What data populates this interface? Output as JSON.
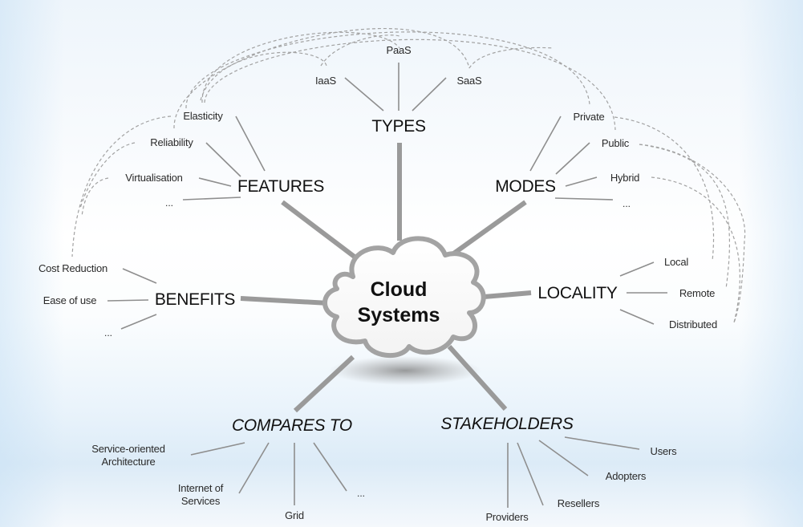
{
  "center": {
    "line1": "Cloud",
    "line2": "Systems"
  },
  "categories": {
    "types": {
      "label": "TYPES",
      "items": [
        "IaaS",
        "PaaS",
        "SaaS"
      ]
    },
    "features": {
      "label": "FEATURES",
      "items": [
        "Elasticity",
        "Reliability",
        "Virtualisation",
        "..."
      ]
    },
    "modes": {
      "label": "MODES",
      "items": [
        "Private",
        "Public",
        "Hybrid",
        "..."
      ]
    },
    "benefits": {
      "label": "BENEFITS",
      "items": [
        "Cost Reduction",
        "Ease of use",
        "..."
      ]
    },
    "locality": {
      "label": "LOCALITY",
      "items": [
        "Local",
        "Remote",
        "Distributed"
      ]
    },
    "compares_to": {
      "label": "COMPARES TO",
      "items": [
        "Service-oriented Architecture",
        "Internet of Services",
        "Grid",
        "..."
      ]
    },
    "stakeholders": {
      "label": "STAKEHOLDERS",
      "items": [
        "Users",
        "Adopters",
        "Resellers",
        "Providers"
      ]
    }
  },
  "relations": [
    [
      "Elasticity",
      "SaaS"
    ],
    [
      "Elasticity",
      "PaaS"
    ],
    [
      "Elasticity",
      "Private"
    ],
    [
      "Reliability",
      "IaaS"
    ],
    [
      "Reliability",
      "Public"
    ],
    [
      "Virtualisation",
      "IaaS"
    ],
    [
      "Cost Reduction",
      "Elasticity"
    ],
    [
      "Private",
      "Local"
    ],
    [
      "Public",
      "Remote"
    ],
    [
      "Public",
      "Distributed"
    ],
    [
      "Hybrid",
      "Distributed"
    ],
    [
      "PaaS",
      "Public"
    ]
  ],
  "colors": {
    "connector": "#9a9a9a",
    "branch": "#8c8c8c",
    "dashed": "#9f9f9f",
    "text": "#1a1a1a",
    "background_band": "#dcebf7"
  }
}
